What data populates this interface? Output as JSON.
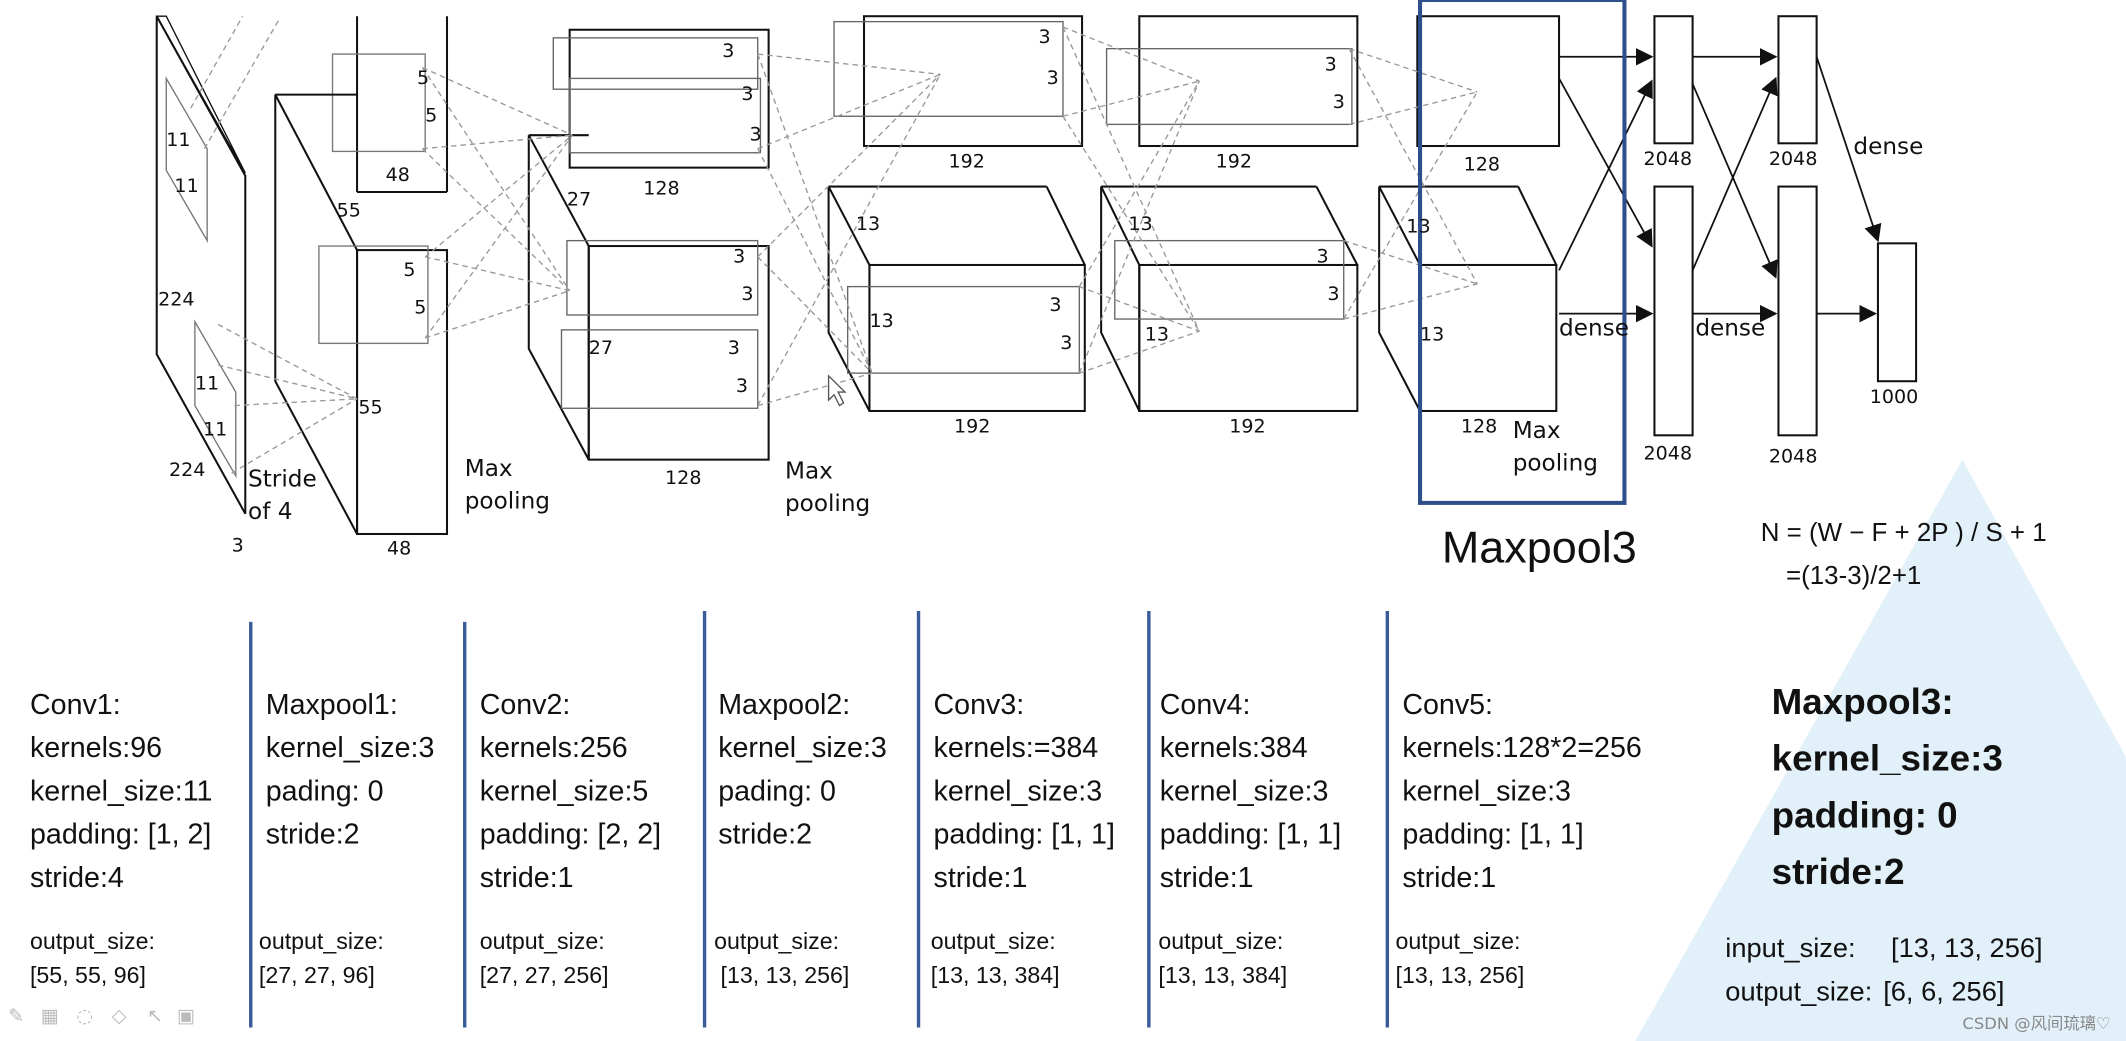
{
  "diagram": {
    "labels": {
      "input_h": "224",
      "input_w": "224",
      "input_c": "3",
      "k1_a": "11",
      "k1_b": "11",
      "k2_a": "11",
      "k2_b": "11",
      "stride_line1": "Stride",
      "stride_line2": "of 4",
      "c1_a": "55",
      "c1_b": "55",
      "c1_depth": "48",
      "c1_depth2": "48",
      "c1_k1": "5",
      "c1_k2": "5",
      "c1_k3": "5",
      "c1_k4": "5",
      "mp1_line1": "Max",
      "mp1_line2": "pooling",
      "c2_size": "27",
      "c2_size2": "27",
      "c2_depth": "128",
      "c2_depth2": "128",
      "c2_k1": "3",
      "c2_k2": "3",
      "c2_k3": "3",
      "c2_k4": "3",
      "c2_k5": "3",
      "c2_k6": "3",
      "mp2_line1": "Max",
      "mp2_line2": "pooling",
      "c3_depth": "192",
      "c3_depth2": "192",
      "c3_size": "13",
      "c3_size2": "13",
      "c3_k1": "3",
      "c3_k2": "3",
      "c3_k3": "3",
      "c3_k4": "3",
      "c4_depth": "192",
      "c4_depth2": "192",
      "c4_size": "13",
      "c4_size2": "13",
      "c4_k1": "3",
      "c4_k2": "3",
      "c4_k3": "3",
      "c4_k4": "3",
      "c5_depth": "128",
      "c5_depth2": "128",
      "c5_size": "13",
      "c5_size2": "13",
      "mp3_line1": "Max",
      "mp3_line2": "pooling",
      "fc1_top": "2048",
      "fc1_bot": "2048",
      "fc2_top": "2048",
      "fc2_bot": "2048",
      "dense1": "dense",
      "dense2": "dense",
      "dense3": "dense",
      "out": "1000"
    },
    "highlight_label": "Maxpool3",
    "highlight_color": "#2f4f8a",
    "formula_line1": "N = (W − F + 2P ) / S + 1",
    "formula_line2": "  =(13-3)/2+1"
  },
  "layers": [
    {
      "name": "Conv1:",
      "params": [
        "kernels:96",
        "kernel_size:11",
        "padding: [1, 2]",
        "stride:4"
      ],
      "output_label": "output_size:",
      "output_value": "[55, 55, 96]"
    },
    {
      "name": "Maxpool1:",
      "params": [
        "kernel_size:3",
        "pading: 0",
        "stride:2"
      ],
      "output_label": "output_size:",
      "output_value": "[27, 27, 96]"
    },
    {
      "name": "Conv2:",
      "params": [
        "kernels:256",
        "kernel_size:5",
        "padding: [2, 2]",
        "stride:1"
      ],
      "output_label": "output_size:",
      "output_value": "[27, 27, 256]"
    },
    {
      "name": "Maxpool2:",
      "params": [
        "kernel_size:3",
        "pading: 0",
        "stride:2"
      ],
      "output_label": "output_size:",
      "output_value": " [13, 13, 256]"
    },
    {
      "name": "Conv3:",
      "params": [
        "kernels:=384",
        "kernel_size:3",
        "padding: [1, 1]",
        "stride:1"
      ],
      "output_label": "output_size:",
      "output_value": "[13, 13, 384]"
    },
    {
      "name": "Conv4:",
      "params": [
        "kernels:384",
        "kernel_size:3",
        "padding: [1, 1]",
        "stride:1"
      ],
      "output_label": "output_size:",
      "output_value": "[13, 13, 384]"
    },
    {
      "name": "Conv5:",
      "params": [
        "kernels:128*2=256",
        "kernel_size:3",
        "padding: [1, 1]",
        "stride:1"
      ],
      "output_label": "output_size:",
      "output_value": "[13, 13, 256]"
    }
  ],
  "maxpool3": {
    "title": "Maxpool3:",
    "kernel_size": "kernel_size:3",
    "padding": "padding: 0",
    "stride": "stride:2",
    "input_label": "input_size:",
    "input_value": "[13, 13, 256]",
    "output_label": "output_size:",
    "output_value": "[6, 6, 256]"
  },
  "watermark": "CSDN @风间琉璃♡",
  "colors": {
    "divider": "#3b5c9a",
    "triangle": "#cfe6f5"
  }
}
